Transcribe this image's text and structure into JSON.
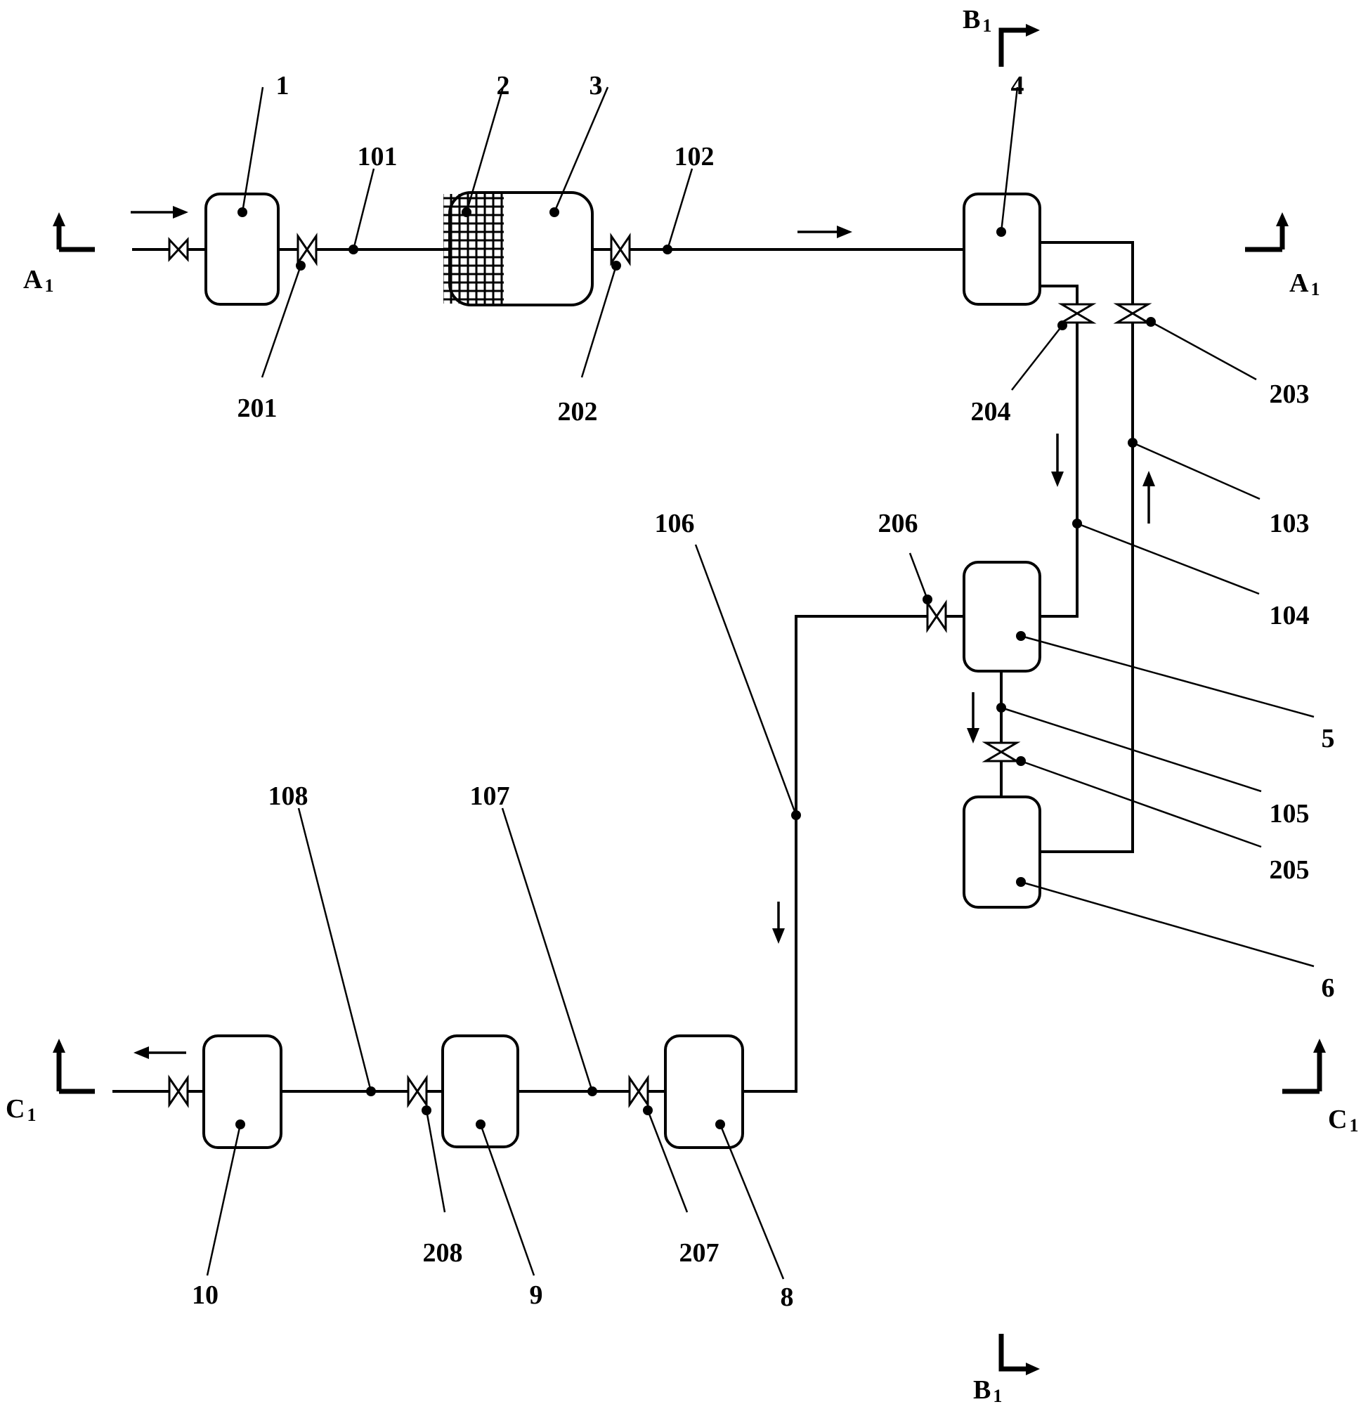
{
  "components": [
    {
      "id": "1",
      "label": "1"
    },
    {
      "id": "2",
      "label": "2"
    },
    {
      "id": "3",
      "label": "3"
    },
    {
      "id": "4",
      "label": "4"
    },
    {
      "id": "5",
      "label": "5"
    },
    {
      "id": "6",
      "label": "6"
    },
    {
      "id": "8",
      "label": "8"
    },
    {
      "id": "9",
      "label": "9"
    },
    {
      "id": "10",
      "label": "10"
    }
  ],
  "pipes": [
    "101",
    "102",
    "103",
    "104",
    "105",
    "106",
    "107",
    "108"
  ],
  "valves": [
    "201",
    "202",
    "203",
    "204",
    "205",
    "206",
    "207",
    "208"
  ],
  "sections": [
    {
      "letter": "A",
      "sub": "1"
    },
    {
      "letter": "B",
      "sub": "1"
    },
    {
      "letter": "C",
      "sub": "1"
    }
  ]
}
